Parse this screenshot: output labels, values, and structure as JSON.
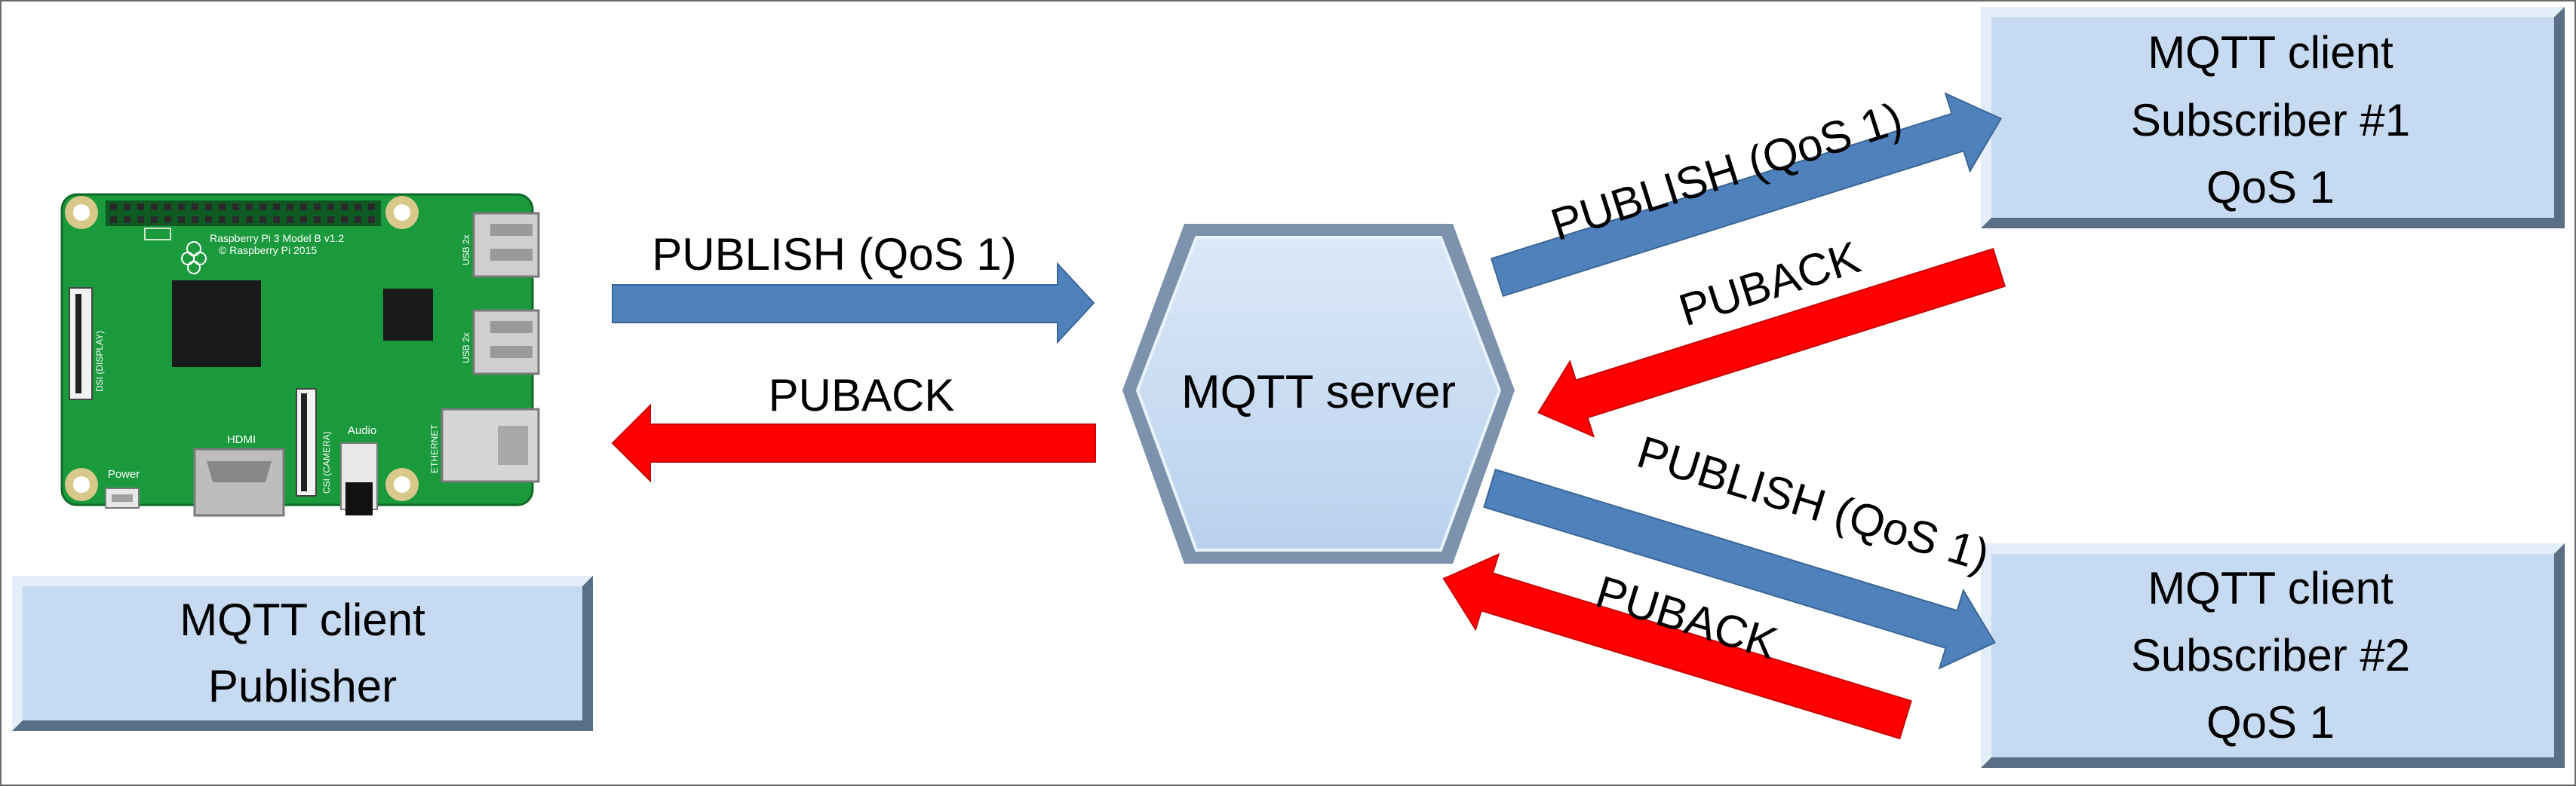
{
  "colors": {
    "box_fill": "#c6dbf1",
    "box_bevel_light": "#e3eefa",
    "box_bevel_dark": "#5a6e85",
    "publish_arrow": "#4f81bd",
    "puback_arrow": "#ff0000",
    "board_green": "#1a9a3c",
    "text": "#000000"
  },
  "publisher": {
    "line1": "MQTT client",
    "line2": "Publisher"
  },
  "server": {
    "label": "MQTT server"
  },
  "subscriber1": {
    "line1": "MQTT client",
    "line2": "Subscriber #1",
    "line3": "QoS 1"
  },
  "subscriber2": {
    "line1": "MQTT client",
    "line2": "Subscriber #2",
    "line3": "QoS 1"
  },
  "arrows": {
    "publish_label": "PUBLISH (QoS 1)",
    "puback_label": "PUBACK"
  },
  "board": {
    "model": "Raspberry Pi 3 Model B v1.2",
    "copyright": "© Raspberry Pi 2015",
    "hdmi": "HDMI",
    "audio": "Audio",
    "power": "Power",
    "usb_top": "USB 2x",
    "usb_bottom": "USB 2x",
    "ethernet": "ETHERNET",
    "dsi": "DSI (DISPLAY)",
    "csi": "CSI (CAMERA)"
  }
}
